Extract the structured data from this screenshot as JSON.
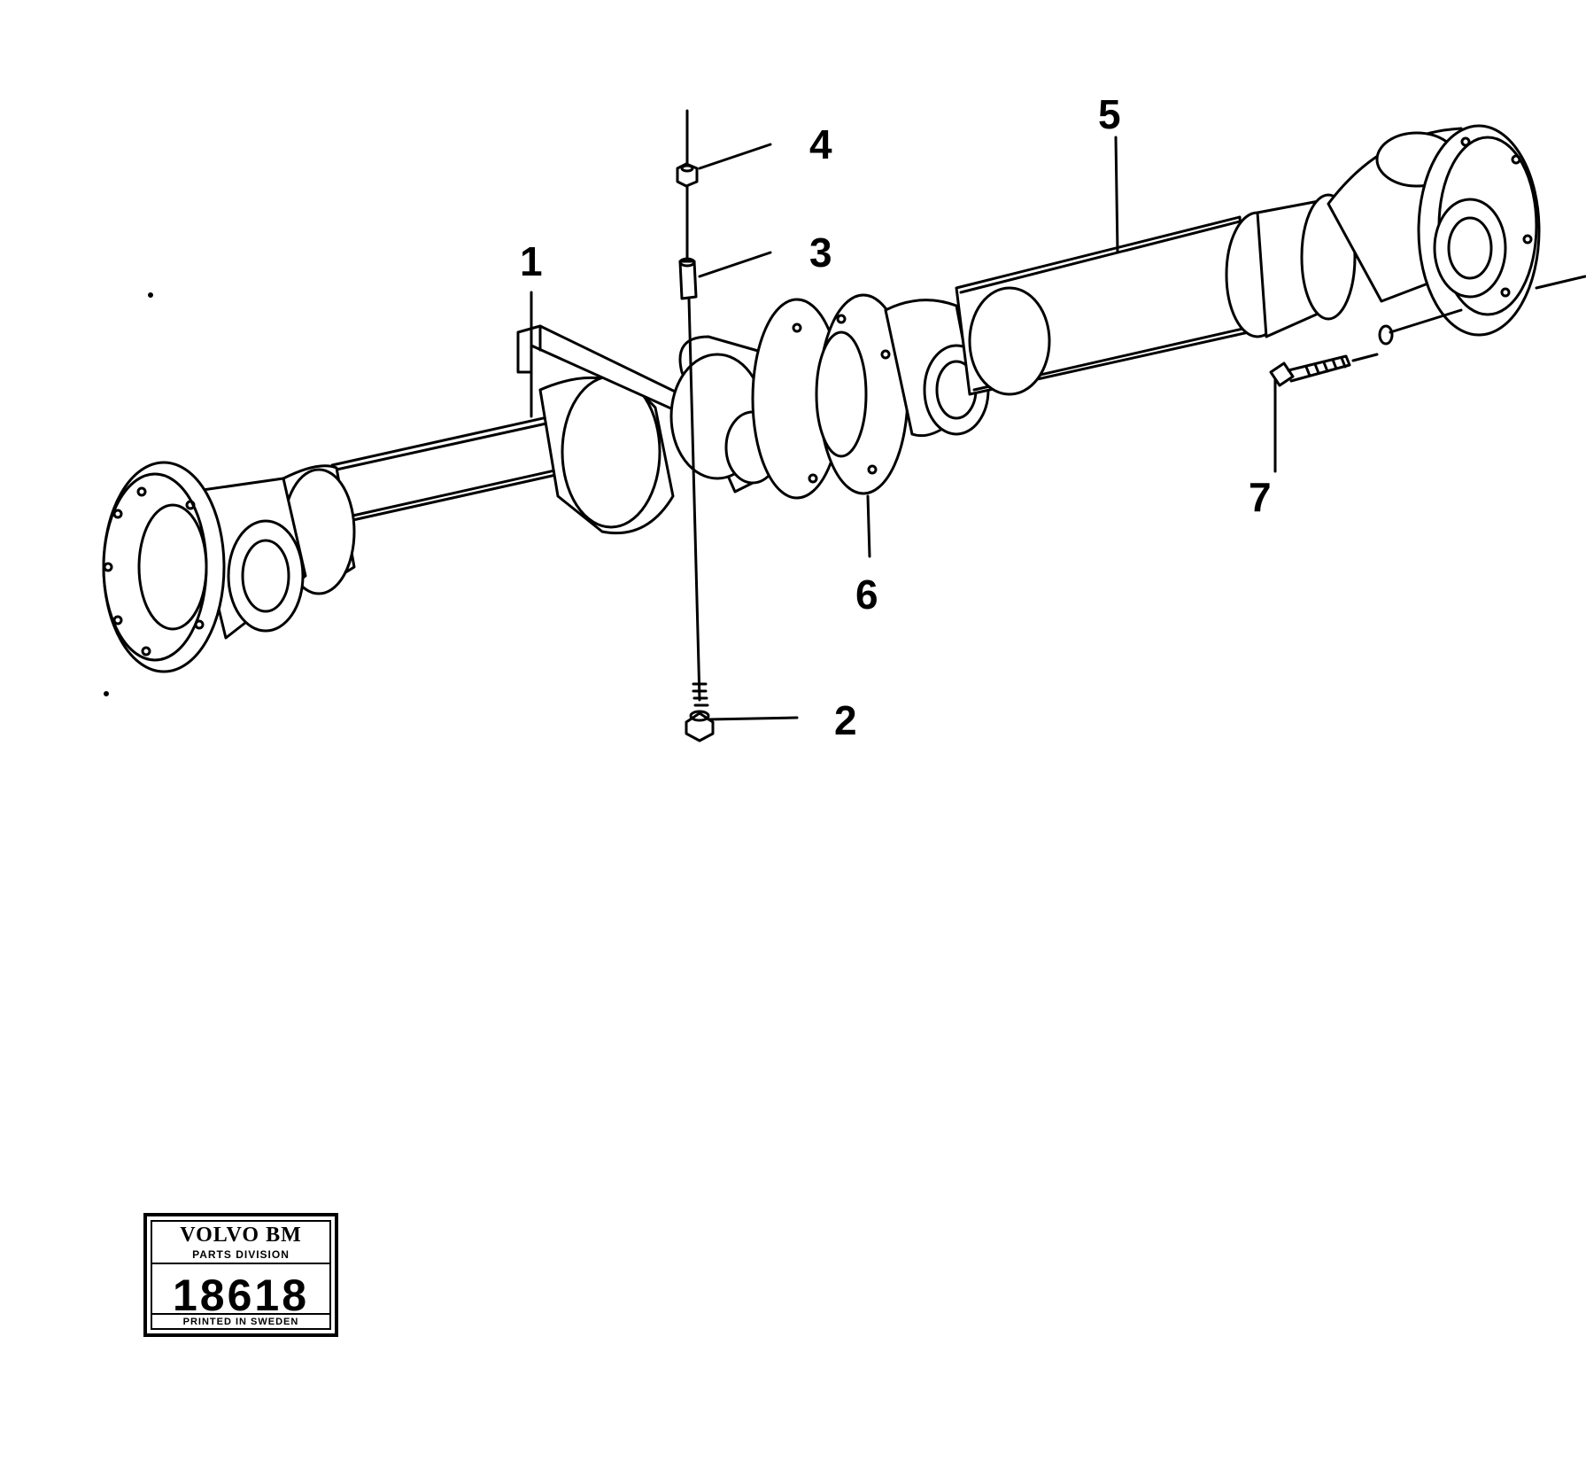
{
  "callouts": {
    "item_1": "1",
    "item_2": "2",
    "item_3": "3",
    "item_4": "4",
    "item_5": "5",
    "item_6": "6",
    "item_7": "7"
  },
  "stamp": {
    "brand": "VOLVO BM",
    "division": "PARTS DIVISION",
    "number": "18618",
    "printed": "PRINTED IN SWEDEN"
  }
}
